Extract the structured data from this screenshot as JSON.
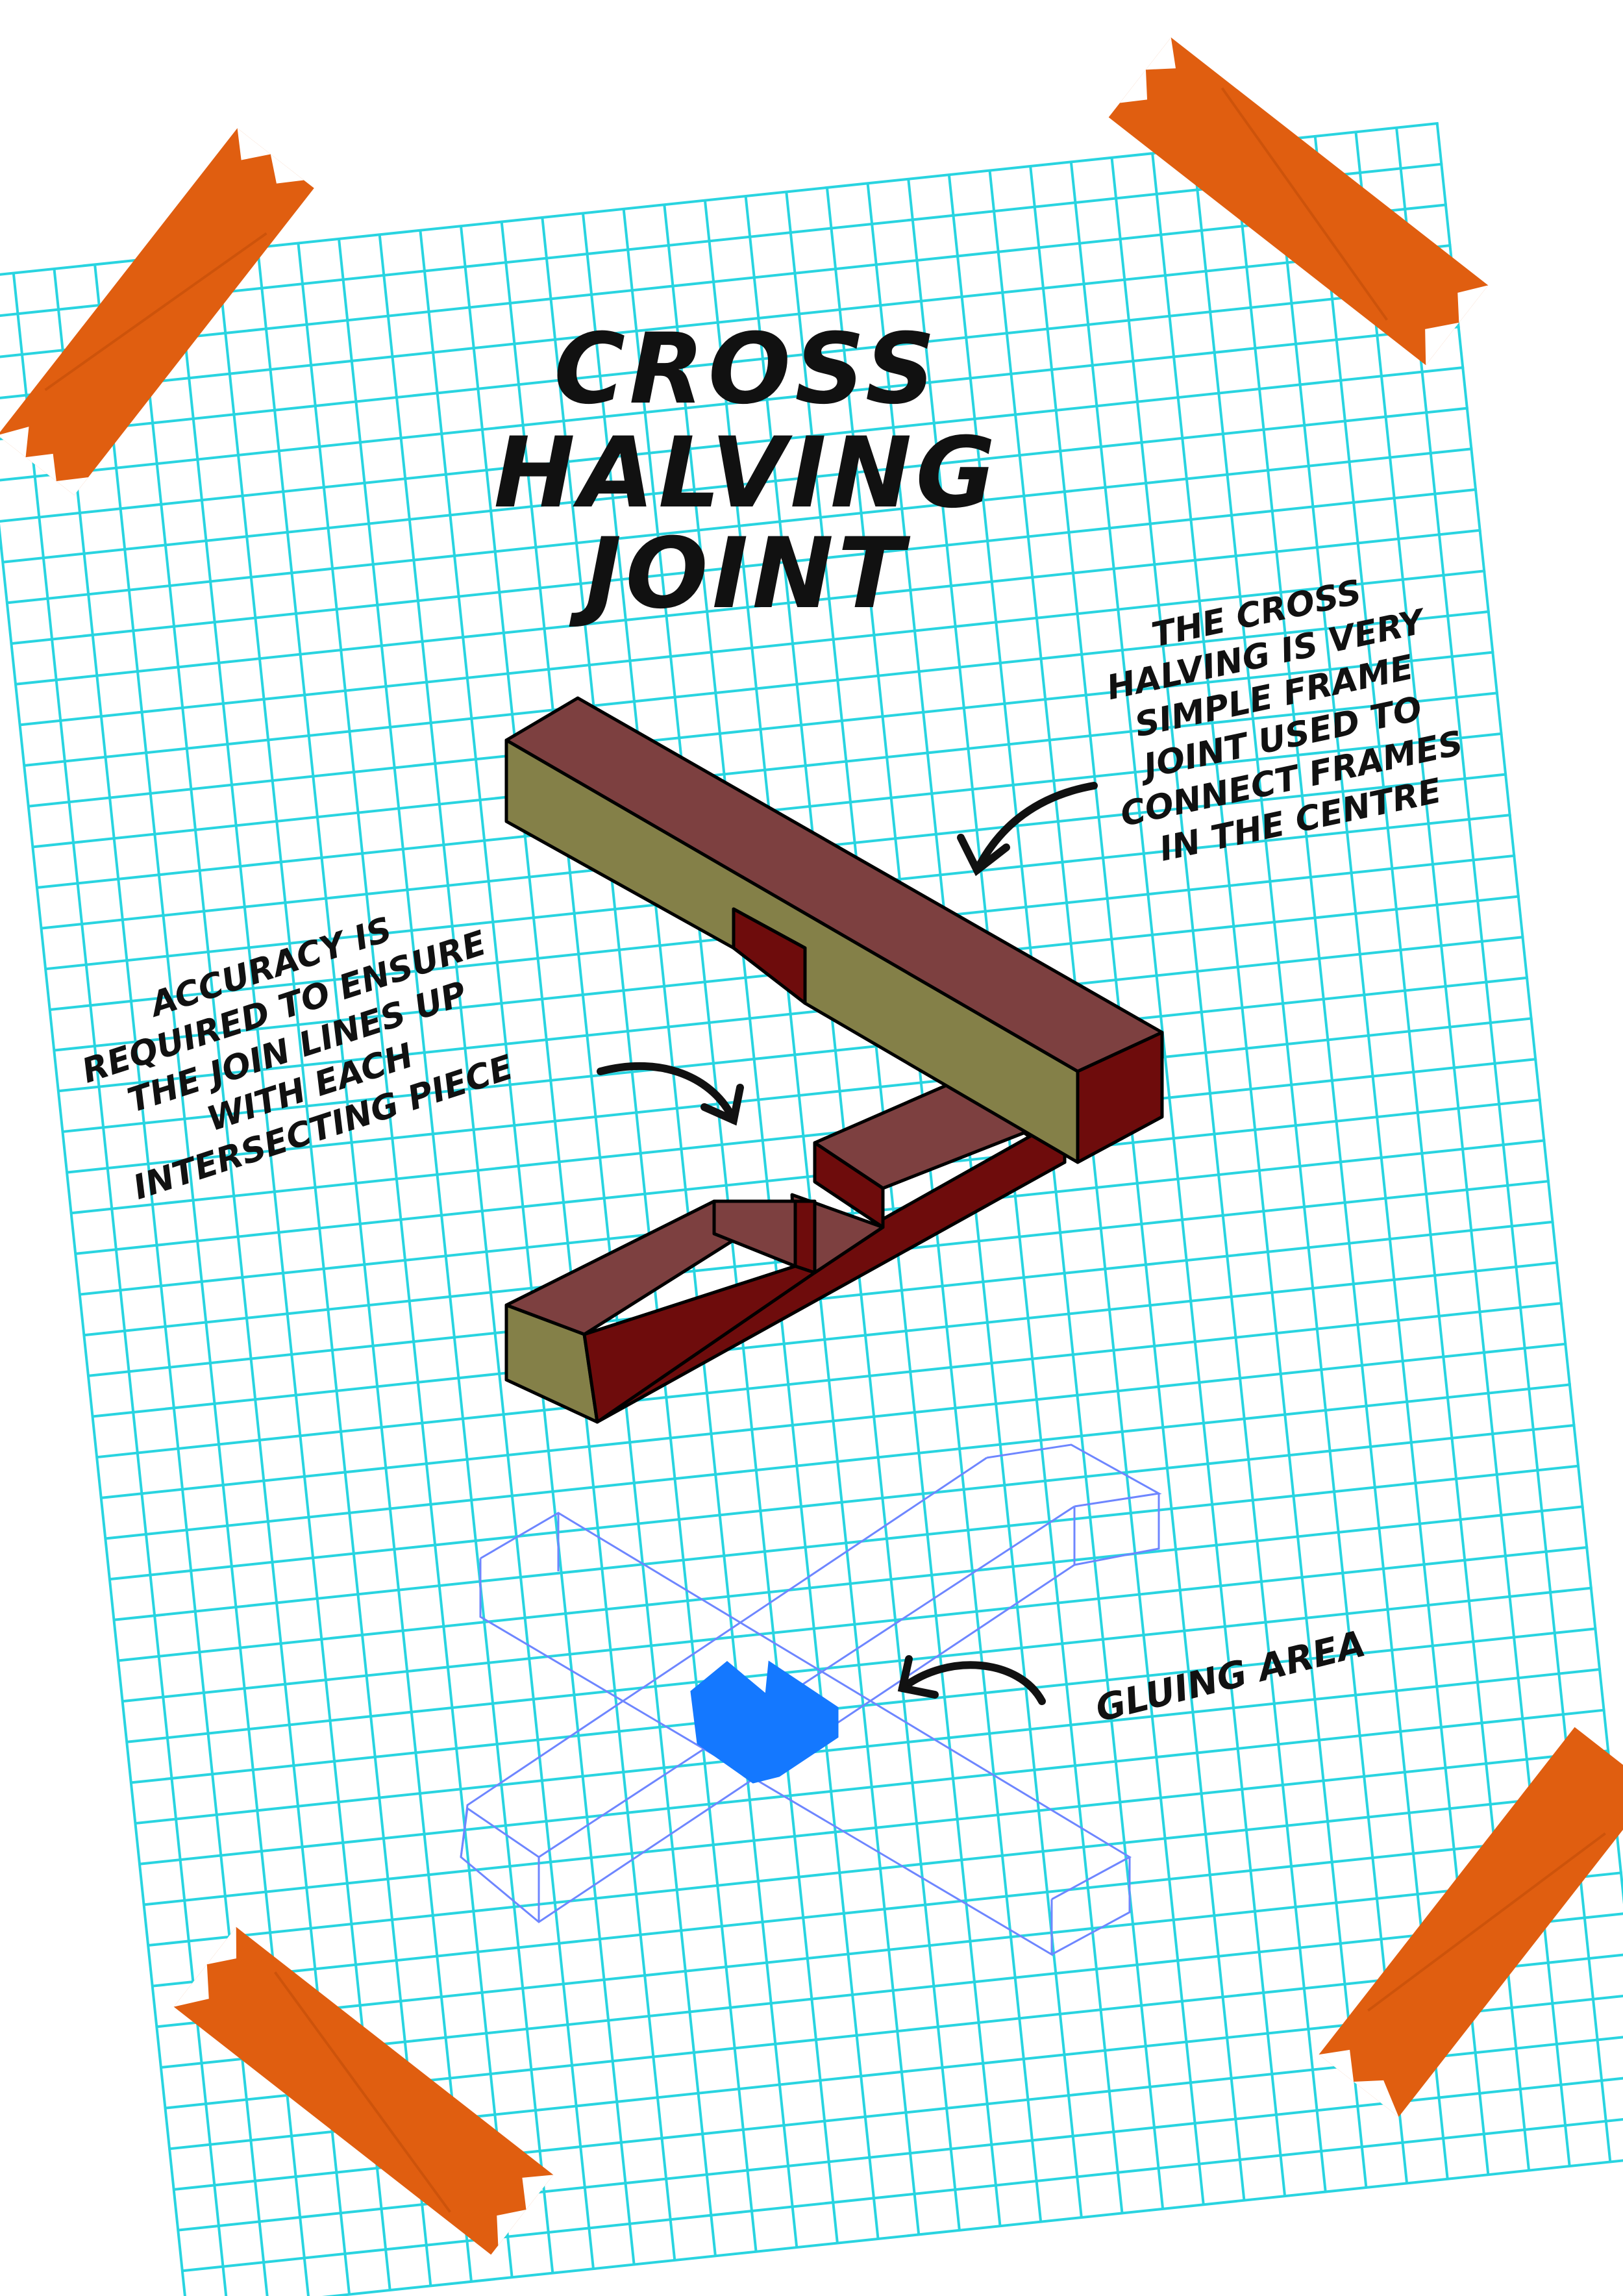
{
  "title": {
    "line1": "CROSS",
    "line2": "HALVING",
    "line3": "JOINT"
  },
  "annotations": {
    "description": {
      "lines": [
        "THE CROSS",
        "HALVING IS VERY",
        "SIMPLE FRAME",
        "JOINT USED TO",
        "CONNECT FRAMES",
        "IN THE CENTRE"
      ]
    },
    "accuracy": {
      "lines": [
        "ACCURACY IS",
        "REQUIRED TO ENSURE",
        "THE JOIN LINES UP",
        "WITH EACH",
        "INTERSECTING PIECE"
      ]
    },
    "gluing": {
      "label": "GLUING AREA"
    }
  },
  "colors": {
    "grid": "#29d4e0",
    "tape": "#e05e10",
    "wood_top": "#7d4040",
    "wood_side": "#848048",
    "wood_front": "#6e0c0c",
    "wireframe": "#6e86ff",
    "glue": "#1478ff",
    "ink": "#111111"
  }
}
